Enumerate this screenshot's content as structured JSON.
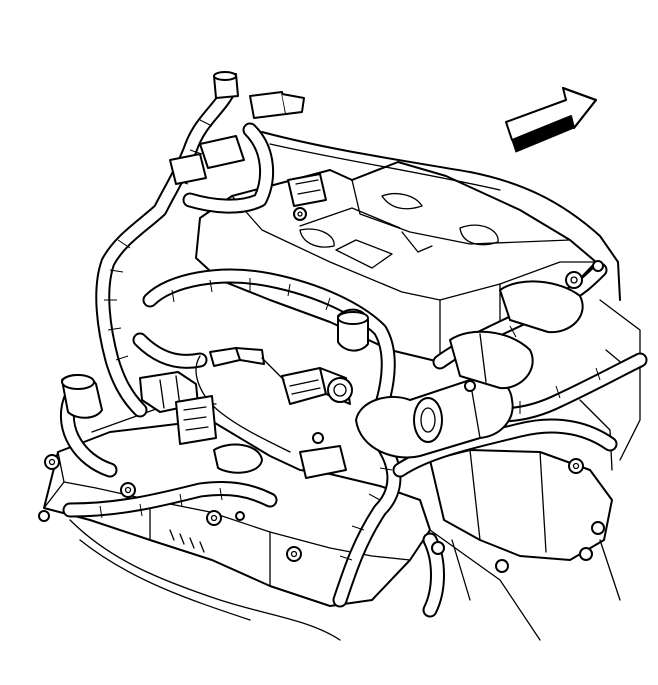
{
  "figure": {
    "icons": {
      "direction_arrow": "front-direction-arrow-icon",
      "engine": "engine-assembly-illustration",
      "harness": "wiring-harness",
      "sensor": "sensor-connector",
      "throttle_body": "throttle-body",
      "fasteners": "bolt-icon"
    },
    "colors": {
      "line": "#000000",
      "background": "#ffffff"
    }
  }
}
